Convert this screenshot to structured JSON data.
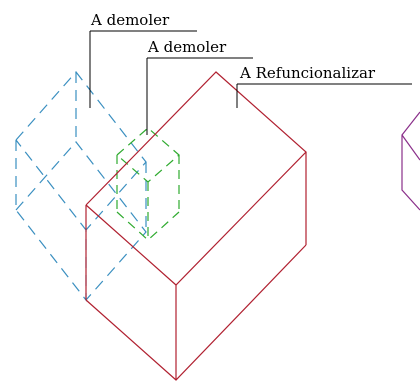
{
  "labels": {
    "demolish_blue": "A demoler",
    "demolish_green": "A demoler",
    "refurbish": "A Refuncionalizar"
  },
  "colors": {
    "blue_box": "#3a8fc0",
    "green_box": "#2eaa2e",
    "red_box": "#b02030",
    "purple_box": "#8a2f8a",
    "text": "#000000"
  }
}
